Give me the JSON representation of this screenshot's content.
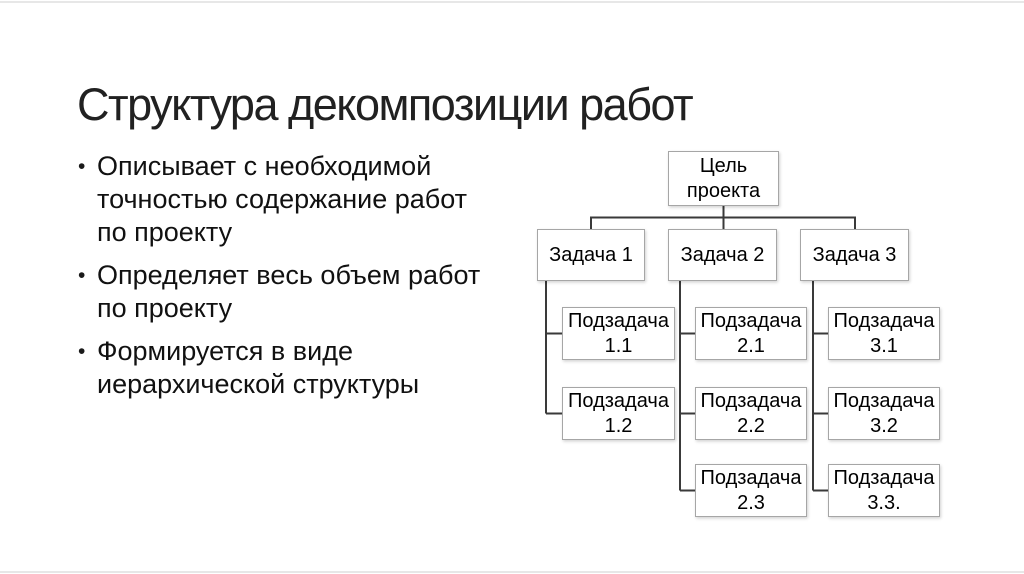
{
  "slide": {
    "title": "Структура декомпозиции работ",
    "bullet_marker": "•",
    "bullets": [
      "Описывает с необходимой точностью содержание работ по проекту",
      "Определяет весь объем работ по проекту",
      "Формируется в виде иерархической структуры"
    ],
    "diagram": {
      "root": {
        "label": "Цель проекта"
      },
      "tasks": [
        {
          "label": "Задача 1",
          "subtasks": [
            {
              "label": "Подзадача 1.1"
            },
            {
              "label": "Подзадача 1.2"
            }
          ]
        },
        {
          "label": "Задача 2",
          "subtasks": [
            {
              "label": "Подзадача 2.1"
            },
            {
              "label": "Подзадача 2.2"
            },
            {
              "label": "Подзадача 2.3"
            }
          ]
        },
        {
          "label": "Задача 3",
          "subtasks": [
            {
              "label": "Подзадача 3.1"
            },
            {
              "label": "Подзадача 3.2"
            },
            {
              "label": "Подзадача 3.3."
            }
          ]
        }
      ]
    },
    "colors": {
      "background": "#ffffff",
      "title_text": "#212121",
      "body_text": "#111111",
      "box_border": "#a6a6a6",
      "box_fill": "#ffffff",
      "connector": "#3a3a3a",
      "edge_line": "#e7e7e7"
    }
  }
}
